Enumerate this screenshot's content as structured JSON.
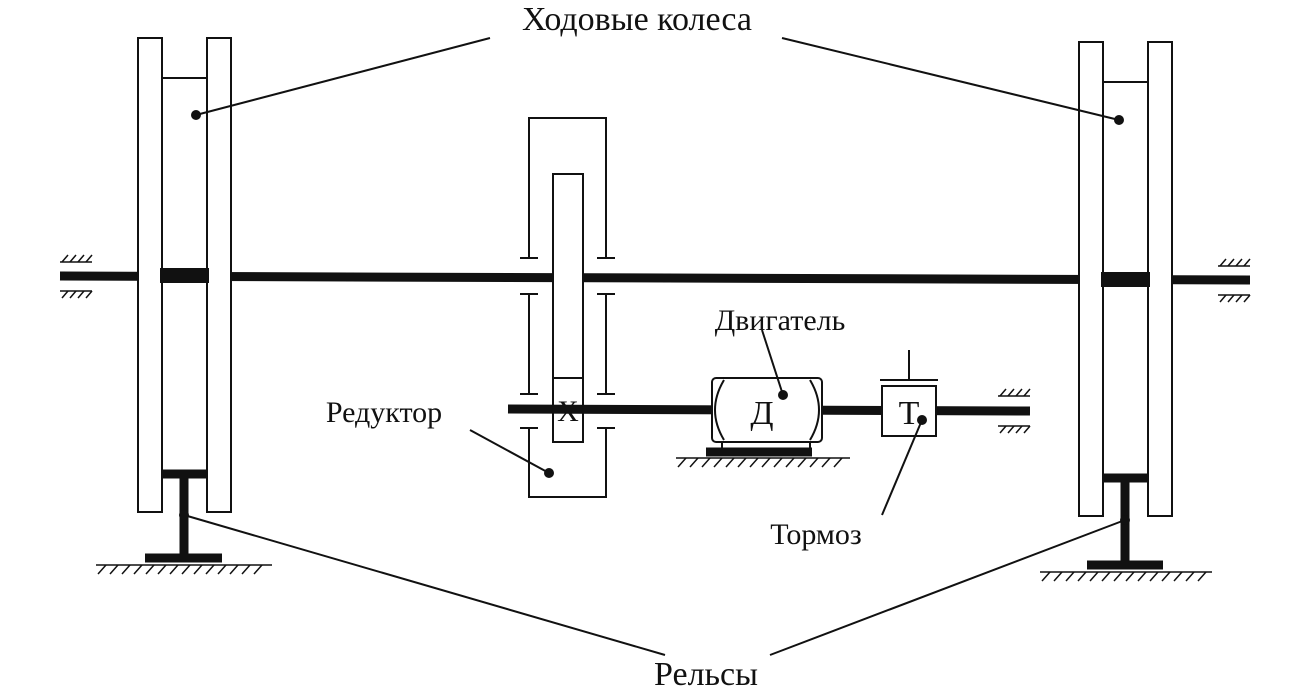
{
  "labels": {
    "wheels": "Ходовые колеса",
    "motor": "Двигатель",
    "reducer": "Редуктор",
    "brake": "Тормоз",
    "rails": "Рельсы",
    "motor_symbol": "Д",
    "brake_symbol": "Т",
    "gear_symbol": "X"
  }
}
